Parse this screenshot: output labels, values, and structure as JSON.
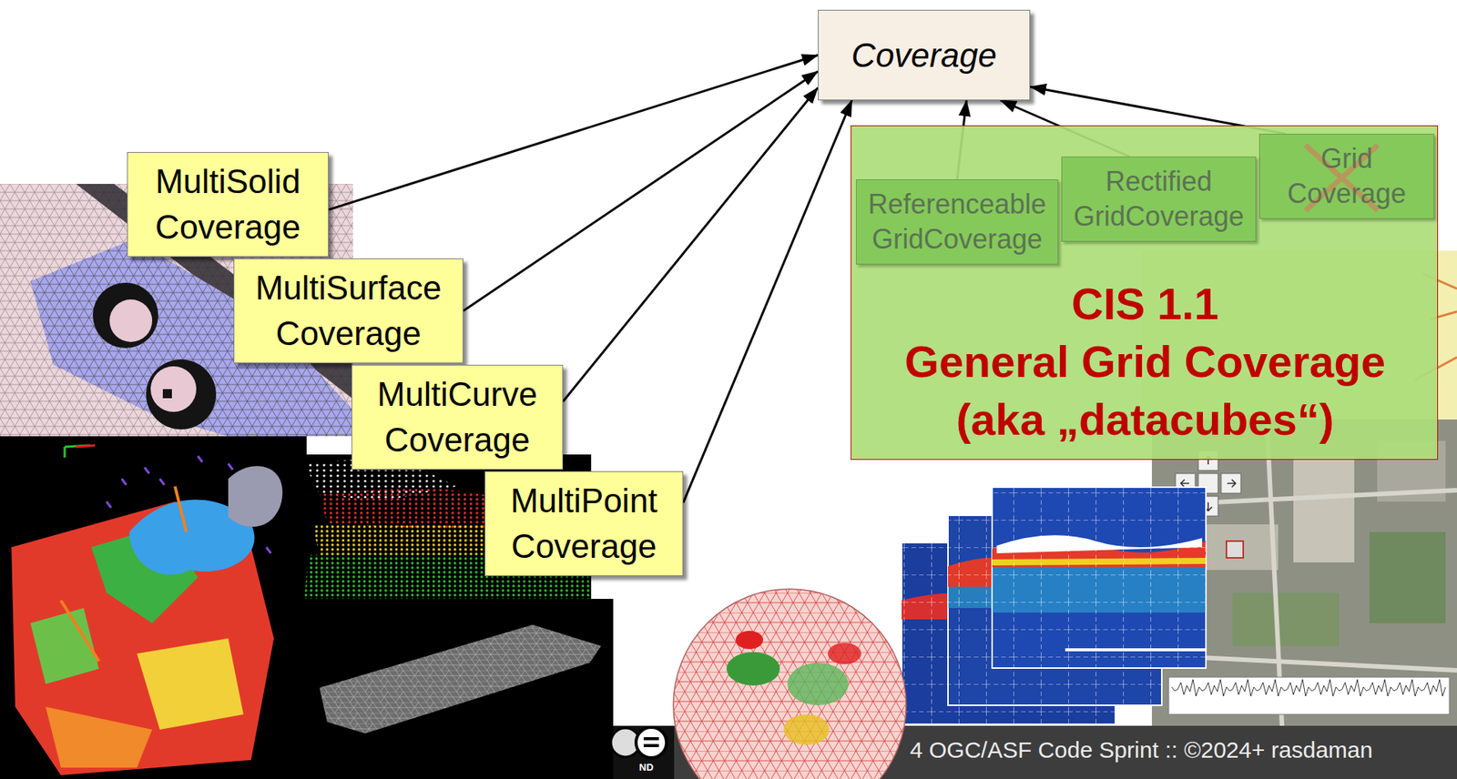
{
  "diagram": {
    "nodes": [
      {
        "text": [
          "Coverage"
        ]
      },
      {
        "text": [
          "MultiSolid Coverage"
        ]
      },
      {
        "text": [
          "MultiSurface Coverage"
        ]
      },
      {
        "text": [
          "MultiCurve Coverage"
        ]
      },
      {
        "text": [
          "MultiPoint Coverage"
        ]
      },
      {
        "text": [
          "CIS 1.1",
          "General Grid Coverage (aka „datacubes“)"
        ]
      },
      {
        "text": [
          "Grid Coverage"
        ],
        "in": 5
      },
      {
        "text": [
          "Rectified GridCoverage"
        ],
        "in": 5
      },
      {
        "text": [
          "Referenceable GridCoverage"
        ],
        "in": 5
      }
    ],
    "edges": [
      {
        "from": 1,
        "to": 0,
        "arrow": "to"
      },
      {
        "from": 2,
        "to": 0,
        "arrow": "to"
      },
      {
        "from": 3,
        "to": 0,
        "arrow": "to"
      },
      {
        "from": 4,
        "to": 0,
        "arrow": "to"
      },
      {
        "from": 8,
        "to": 0,
        "arrow": "to"
      },
      {
        "from": 7,
        "to": 0,
        "arrow": "to"
      },
      {
        "from": 6,
        "to": 0,
        "arrow": "to"
      }
    ],
    "labels": [
      "4 OGC/ASF Code Sprint :: ©2024+ rasdaman",
      "ND"
    ]
  }
}
